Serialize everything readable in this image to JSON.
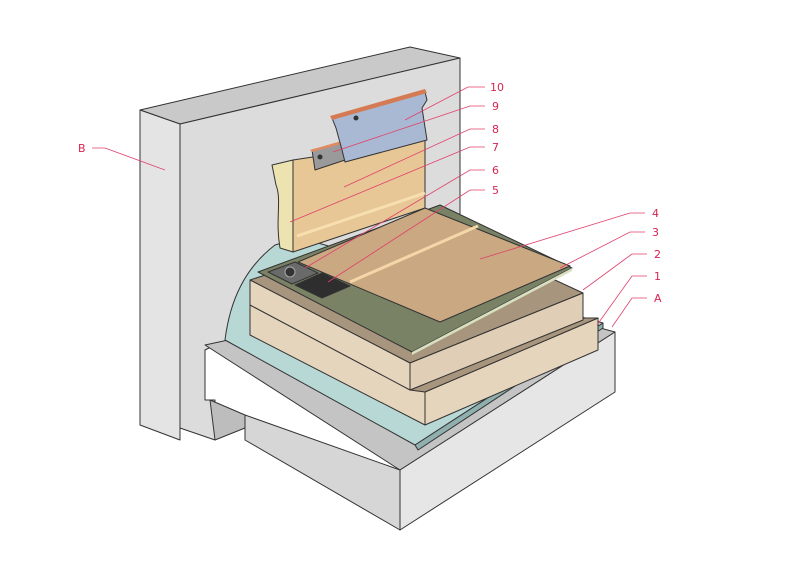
{
  "colors": {
    "leader": "#e0406a",
    "label_text": "#d6254f",
    "concrete": "#dedede",
    "vapor_barrier": "#b8d8d6",
    "insulation": "#e6d5bd",
    "insulation_top": "#a8957d",
    "membrane": "#7a8266",
    "cover_sheet": "#c9a882",
    "upstand": "#e8c797",
    "edge_strip": "#ece3b0",
    "profile": "#a9b9d3",
    "clamp_bar": "#9a9a9a"
  },
  "labels": [
    {
      "id": "10",
      "text": "10"
    },
    {
      "id": "9",
      "text": "9"
    },
    {
      "id": "8",
      "text": "8"
    },
    {
      "id": "7",
      "text": "7"
    },
    {
      "id": "6",
      "text": "6"
    },
    {
      "id": "5",
      "text": "5"
    },
    {
      "id": "4",
      "text": "4"
    },
    {
      "id": "3",
      "text": "3"
    },
    {
      "id": "2",
      "text": "2"
    },
    {
      "id": "1",
      "text": "1"
    },
    {
      "id": "A",
      "text": "A"
    },
    {
      "id": "B",
      "text": "B"
    }
  ]
}
